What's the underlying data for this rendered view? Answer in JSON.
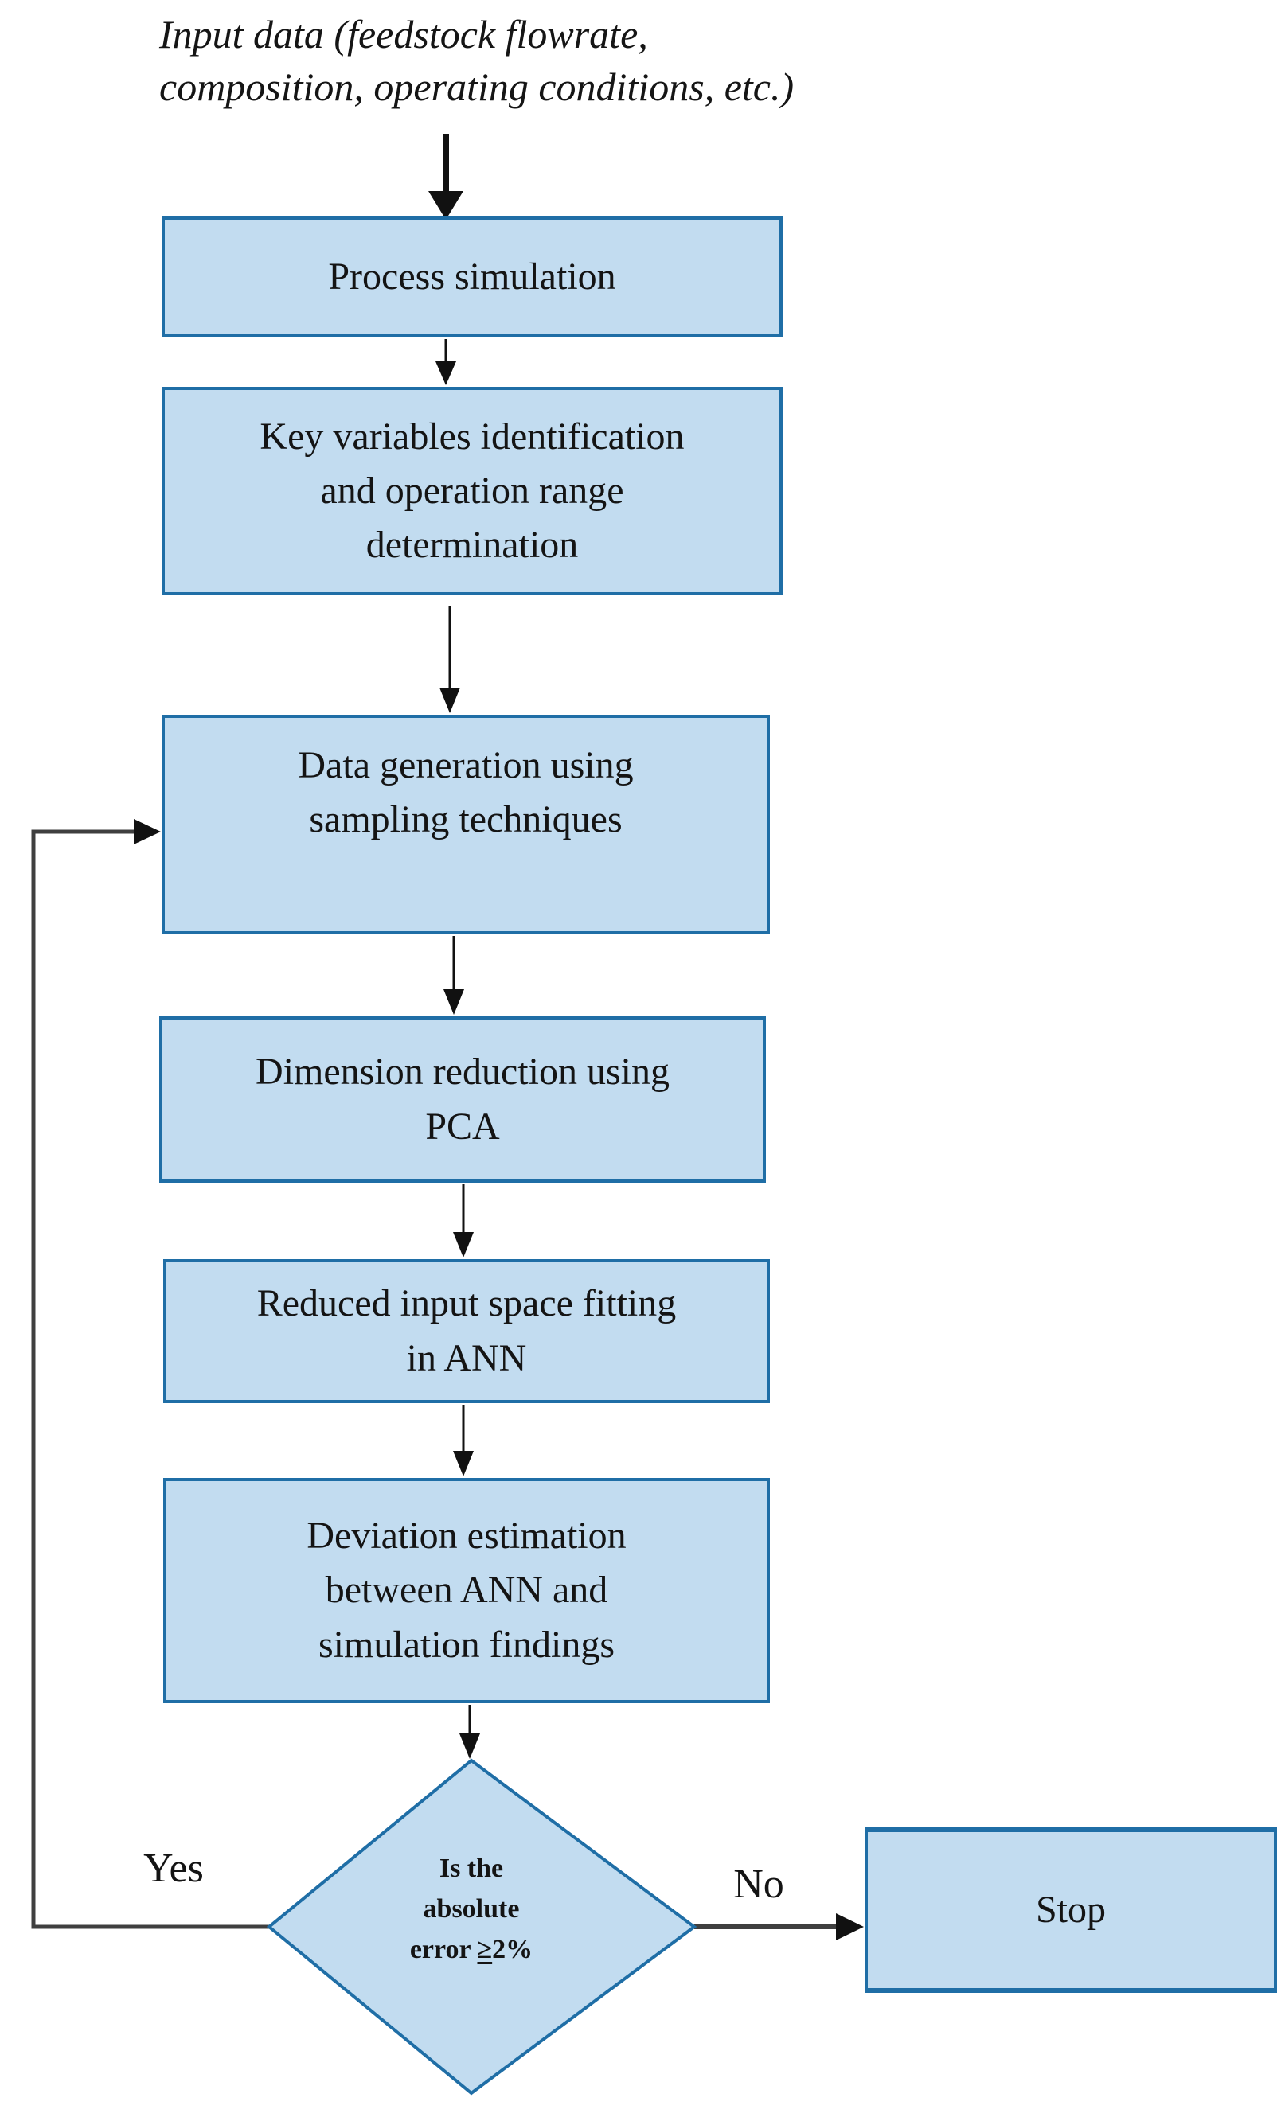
{
  "flowchart": {
    "caption": [
      "Input data (feedstock flowrate,",
      "composition, operating conditions, etc.)"
    ],
    "nodes": {
      "process_simulation": [
        "Process simulation"
      ],
      "key_variables": [
        "Key variables identification",
        "and operation range",
        "determination"
      ],
      "data_generation": [
        "Data generation using",
        "sampling techniques"
      ],
      "dimension_reduction": [
        "Dimension reduction using",
        "PCA"
      ],
      "reduced_input_ann": [
        "Reduced input space fitting",
        "in ANN"
      ],
      "deviation_estimation": [
        "Deviation estimation",
        "between ANN and",
        "simulation findings"
      ],
      "stop": [
        "Stop"
      ]
    },
    "decision": {
      "line1": "Is the",
      "line2": "absolute",
      "line3_prefix": "error ",
      "operator": "≥",
      "value": "2%"
    },
    "branch_labels": {
      "yes": "Yes",
      "no": "No"
    },
    "colors": {
      "node_fill": "#c2dcf0",
      "node_border": "#1f6ea6",
      "flow_arrow": "#111111",
      "loop_line": "#3f3f3f",
      "text": "#1b1b1b"
    }
  }
}
